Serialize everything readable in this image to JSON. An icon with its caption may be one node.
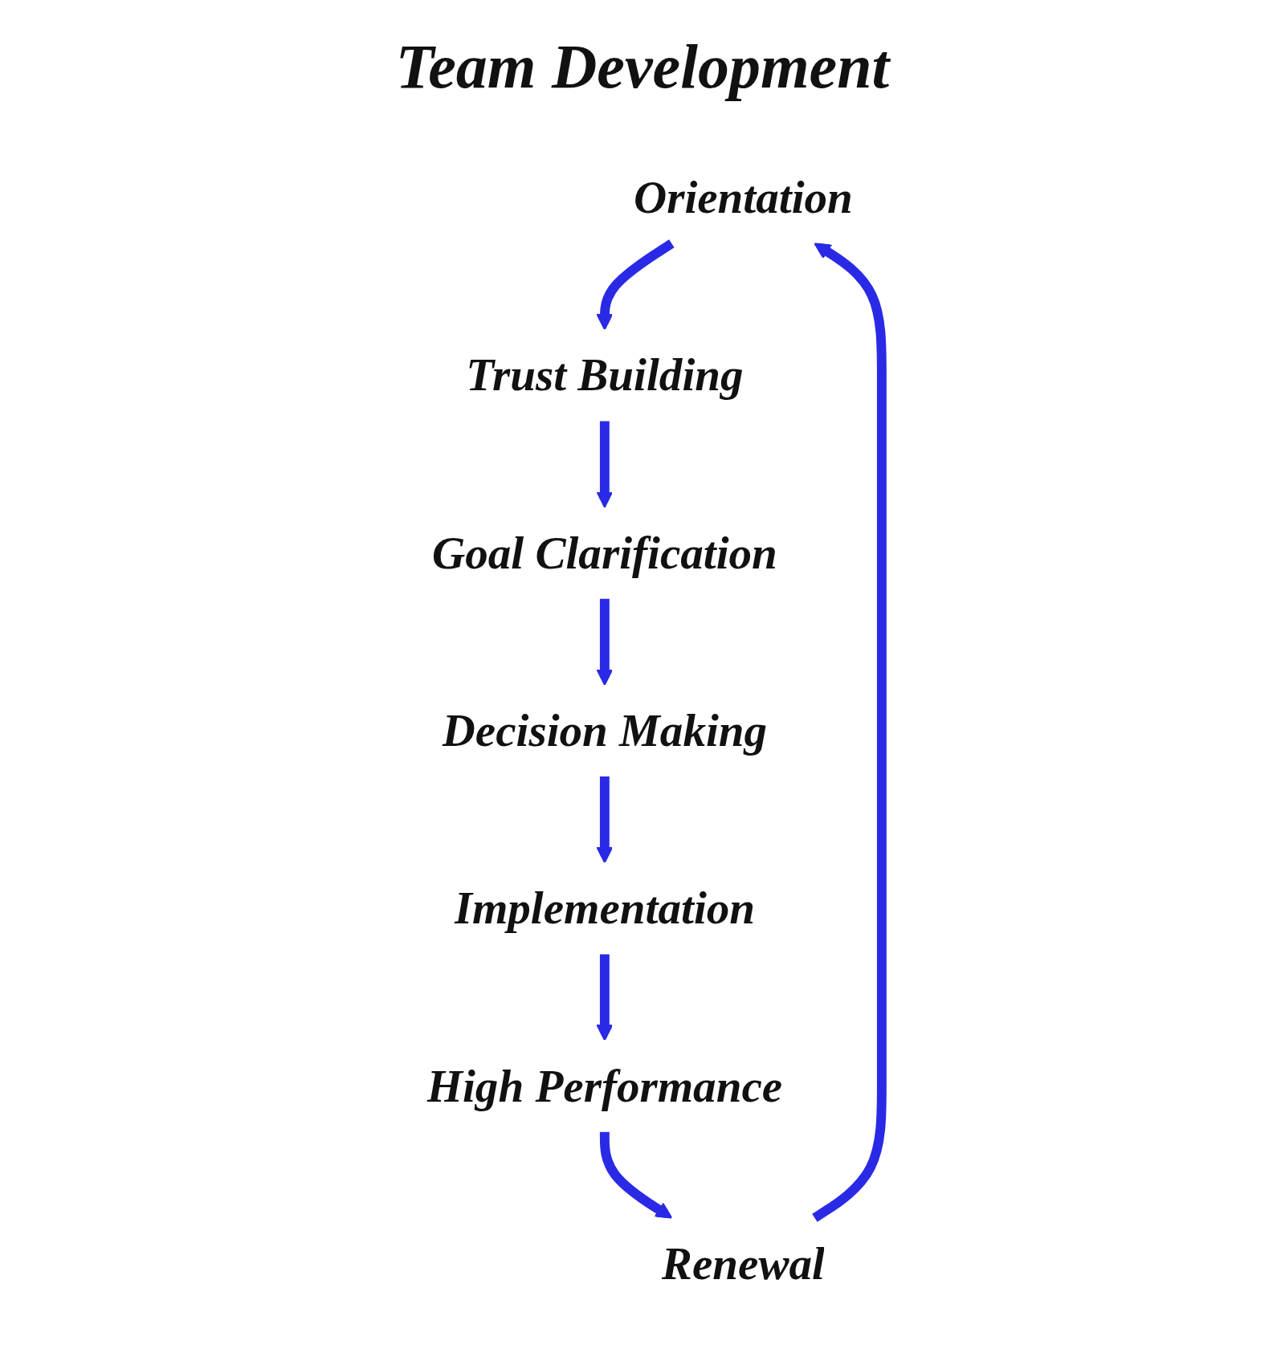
{
  "diagram": {
    "title": "Team Development",
    "nodes": [
      {
        "text": [
          "Orientation"
        ]
      },
      {
        "text": [
          "Trust Building"
        ]
      },
      {
        "text": [
          "Goal Clarification"
        ]
      },
      {
        "text": [
          "Decision Making"
        ]
      },
      {
        "text": [
          "Implementation"
        ]
      },
      {
        "text": [
          "High Performance"
        ]
      },
      {
        "text": [
          "Renewal"
        ]
      }
    ],
    "edges": [
      {
        "from": 0,
        "to": 1,
        "arrow": "to"
      },
      {
        "from": 1,
        "to": 2,
        "arrow": "to"
      },
      {
        "from": 2,
        "to": 3,
        "arrow": "to"
      },
      {
        "from": 3,
        "to": 4,
        "arrow": "to"
      },
      {
        "from": 4,
        "to": 5,
        "arrow": "to"
      },
      {
        "from": 5,
        "to": 6,
        "arrow": "to"
      },
      {
        "from": 6,
        "to": 0,
        "arrow": "to"
      }
    ]
  }
}
